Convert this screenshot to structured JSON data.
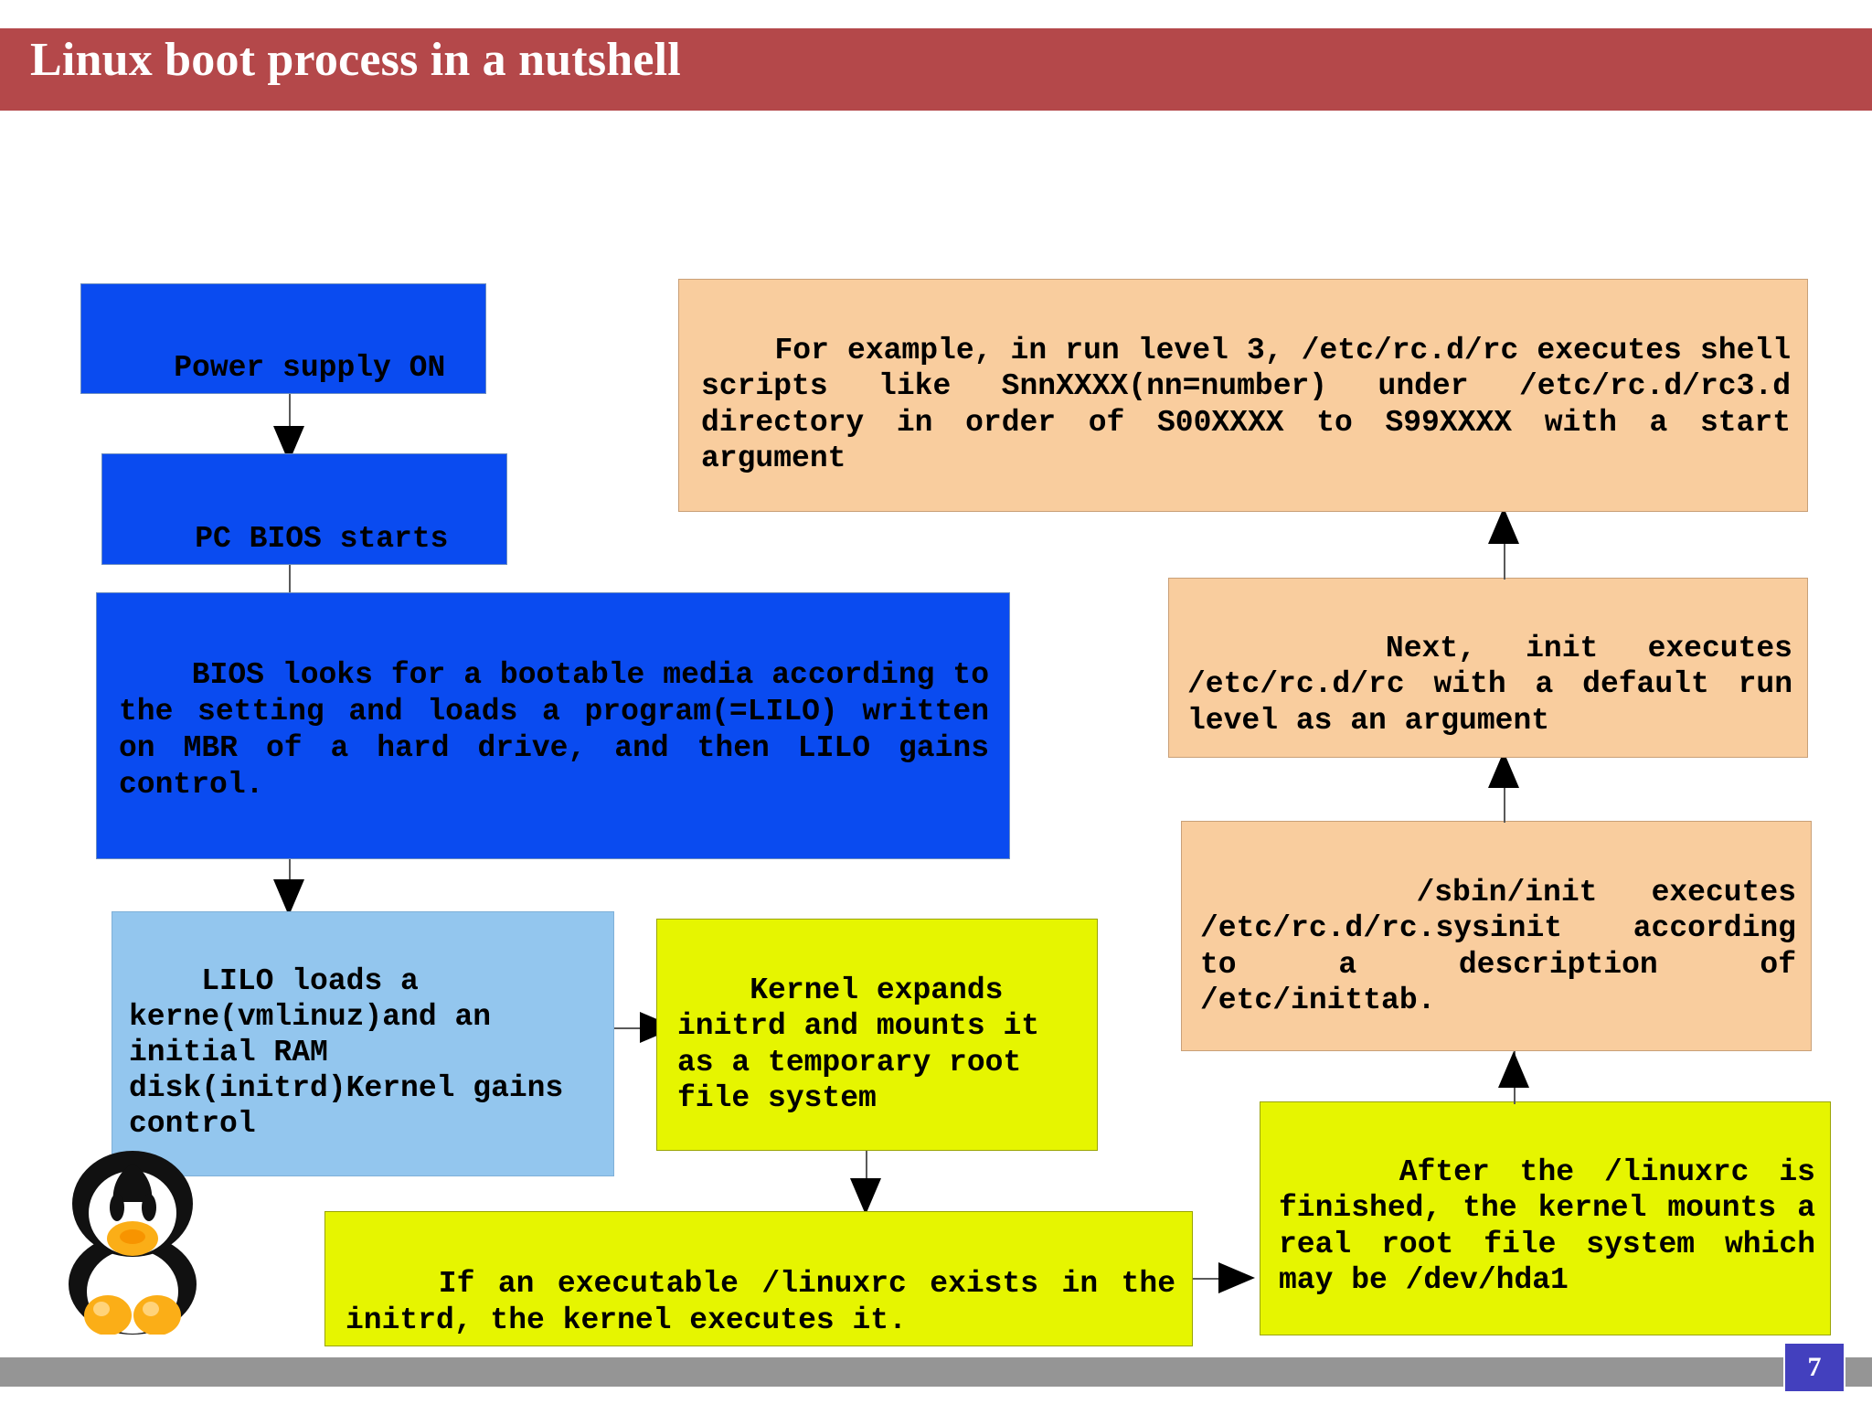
{
  "slide": {
    "title": "Linux boot process in a nutshell",
    "page_number": "7",
    "colors": {
      "title_band": "#B4484A",
      "footer_band": "#959595",
      "page_badge": "#4340BE",
      "box_blue": "#0A4BF0",
      "box_light_blue": "#93C6EE",
      "box_yellow": "#E6F500",
      "box_peach": "#F9CD9E",
      "arrow": "#000000"
    }
  },
  "flow": {
    "power_supply": "Power supply ON",
    "pc_bios": "PC BIOS starts",
    "bios_looks": "BIOS looks for a bootable media according to the setting and loads a program(=LILO) written on MBR of a hard drive, and then LILO gains control.",
    "lilo_loads": "LILO loads a kerne(vmlinuz)and an initial RAM disk(initrd)Kernel gains control",
    "kernel_expands": "Kernel expands initrd and mounts it as a temporary root file system",
    "linuxrc": "If an executable /linuxrc exists in the initrd, the kernel executes it.",
    "after_linuxrc": "After the /linuxrc is finished, the kernel mounts a real root file system which may be /dev/hda1",
    "sbin_init": "/sbin/init executes /etc/rc.d/rc.sysinit according to a description of /etc/inittab.",
    "next_init": "Next, init executes /etc/rc.d/rc with a default run level as an argument",
    "for_example": "For example, in run level 3, /etc/rc.d/rc executes shell scripts like SnnXXXX(nn=number) under /etc/rc.d/rc3.d directory in order of S00XXXX to S99XXXX with a start argument"
  },
  "mascot": {
    "name": "Tux the Linux penguin"
  }
}
